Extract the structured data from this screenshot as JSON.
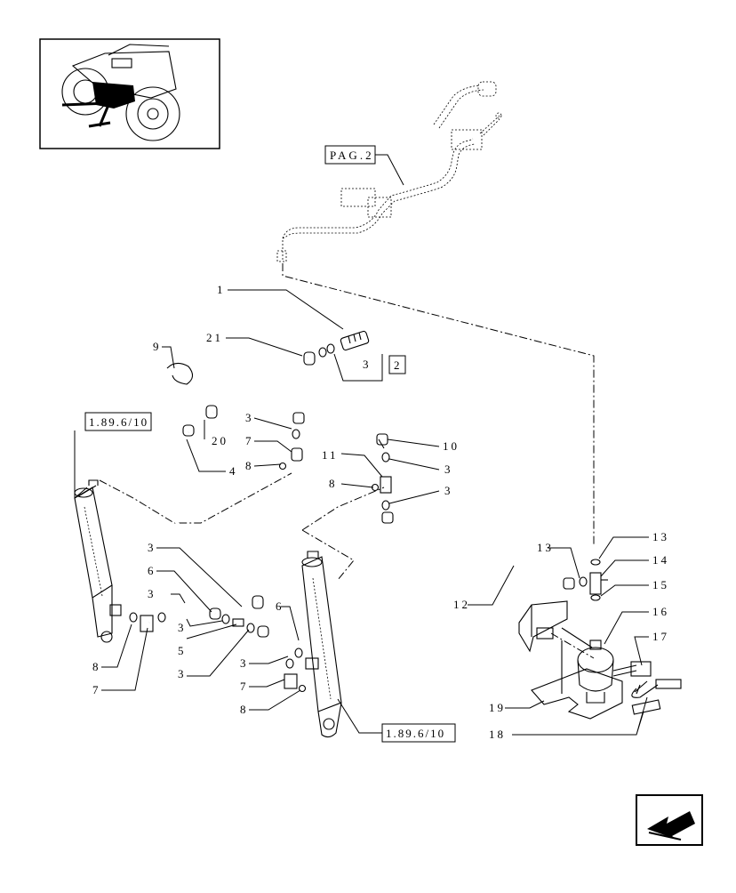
{
  "references": {
    "page_ref": "PAG.2",
    "section_ref_left": "1.89.6/10",
    "section_ref_right": "1.89.6/10",
    "kit_ref": "2"
  },
  "callouts": {
    "c1": "1",
    "c21": "21",
    "c9": "9",
    "c3_top": "3",
    "c3_a": "3",
    "c7_a": "7",
    "c8_a": "8",
    "c20": "20",
    "c4": "4",
    "c10": "10",
    "c11": "11",
    "c3_b": "3",
    "c8_b": "8",
    "c3_c": "3",
    "c13_l": "13",
    "c13_r": "13",
    "c14": "14",
    "c15": "15",
    "c16": "16",
    "c17": "17",
    "c12": "12",
    "c19": "19",
    "c18": "18",
    "c3_d": "3",
    "c6_l": "6",
    "c3_e": "3",
    "c3_f": "3",
    "c5": "5",
    "c3_g": "3",
    "c8_c": "8",
    "c7_b": "7",
    "c6_r": "6",
    "c3_h": "3",
    "c7_c": "7",
    "c8_d": "8"
  },
  "icons": {
    "thumbnail": "tractor-locator-icon",
    "navigation": "next-page-arrow-icon"
  }
}
